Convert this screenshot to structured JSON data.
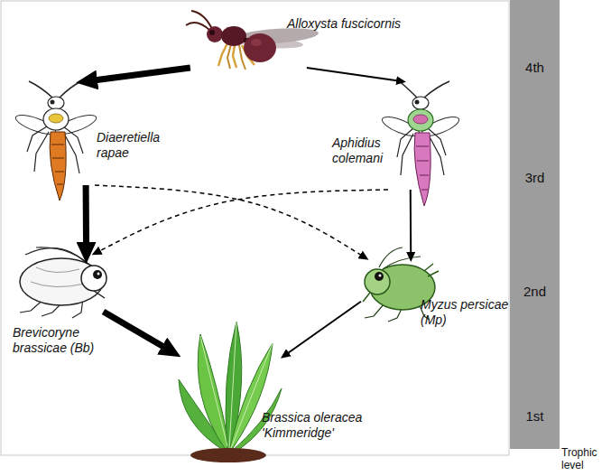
{
  "diagram": {
    "nodes": [
      {
        "text": [
          "Alloxysta fuscicornis"
        ]
      },
      {
        "text": [
          "Diaeretiella rapae"
        ]
      },
      {
        "text": [
          "Aphidius colemani"
        ]
      },
      {
        "text": [
          "Brevicoryne brassicae (Bb)"
        ]
      },
      {
        "text": [
          "Myzus persicae (Mp)"
        ]
      },
      {
        "text": [
          "Brassica oleracea 'Kimmeridge'"
        ]
      },
      {
        "text": [
          "4th",
          "3rd",
          "2nd",
          "1st",
          "Trophic level"
        ]
      }
    ],
    "edges": [
      {
        "from": 0,
        "to": 1,
        "arrow": "to"
      },
      {
        "from": 0,
        "to": 2,
        "arrow": "to"
      },
      {
        "from": 1,
        "to": 3,
        "arrow": "to"
      },
      {
        "from": 1,
        "to": 4,
        "arrow": "to"
      },
      {
        "from": 2,
        "to": 3,
        "arrow": "to"
      },
      {
        "from": 2,
        "to": 4,
        "arrow": "to"
      },
      {
        "from": 3,
        "to": 5,
        "arrow": "to"
      },
      {
        "from": 4,
        "to": 5,
        "arrow": "to"
      }
    ]
  }
}
